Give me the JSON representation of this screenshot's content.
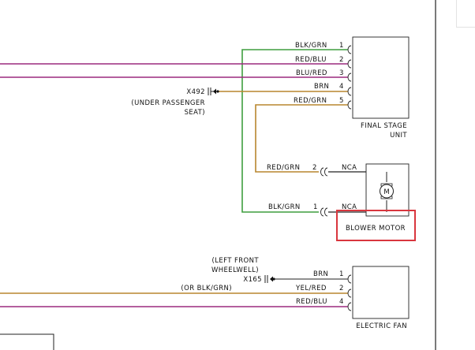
{
  "colors": {
    "green": "#3f9e3f",
    "purple": "#9c2a7e",
    "brown": "#b8862e",
    "highlight": "#d9363e"
  },
  "final_stage": {
    "label_line1": "FINAL STAGE",
    "label_line2": "UNIT",
    "wires": [
      {
        "color_label": "BLK/GRN",
        "pin": "1"
      },
      {
        "color_label": "RED/BLU",
        "pin": "2"
      },
      {
        "color_label": "BLU/RED",
        "pin": "3"
      },
      {
        "color_label": "BRN",
        "pin": "4"
      },
      {
        "color_label": "RED/GRN",
        "pin": "5"
      }
    ]
  },
  "ground_x492": {
    "id": "X492",
    "location_line1": "(UNDER PASSENGER",
    "location_line2": "SEAT)"
  },
  "blower_motor": {
    "label": "BLOWER MOTOR",
    "motor_symbol": "M",
    "wires": [
      {
        "color_label": "RED/GRN",
        "pin": "2",
        "connector": "NCA"
      },
      {
        "color_label": "BLK/GRN",
        "pin": "1",
        "connector": "NCA"
      }
    ]
  },
  "ground_x165": {
    "id": "X165",
    "location_line1": "(LEFT FRONT",
    "location_line2": "WHEELWELL)",
    "alt_color": "(OR BLK/GRN)"
  },
  "electric_fan": {
    "label": "ELECTRIC FAN",
    "wires": [
      {
        "color_label": "BRN",
        "pin": "1"
      },
      {
        "color_label": "YEL/RED",
        "pin": "2"
      },
      {
        "color_label": "RED/BLU",
        "pin": "4"
      }
    ]
  }
}
